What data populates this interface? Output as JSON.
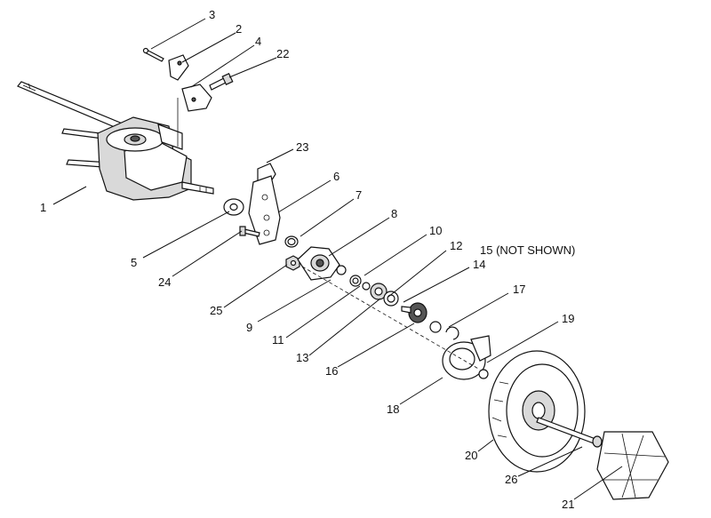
{
  "labels": {
    "p1": "1",
    "p2": "2",
    "p3": "3",
    "p4": "4",
    "p5": "5",
    "p6": "6",
    "p7": "7",
    "p8": "8",
    "p9": "9",
    "p10": "10",
    "p11": "11",
    "p12": "12",
    "p13": "13",
    "p14": "14",
    "p15": "15 (NOT SHOWN)",
    "p16": "16",
    "p17": "17",
    "p18": "18",
    "p19": "19",
    "p20": "20",
    "p21": "21",
    "p22": "22",
    "p23": "23",
    "p24": "24",
    "p25": "25",
    "p26": "26"
  }
}
